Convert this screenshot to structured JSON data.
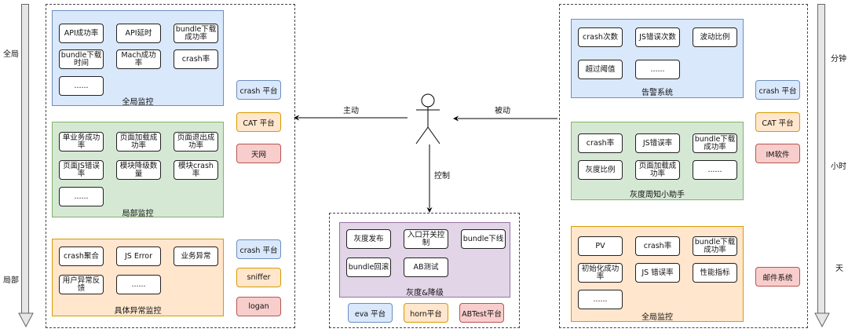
{
  "left_axis": {
    "top_label": "全局",
    "bottom_label": "局部"
  },
  "right_axis": {
    "top_label": "分钟",
    "middle_label": "小时",
    "bottom_label": "天"
  },
  "left_section": {
    "groups": [
      {
        "title": "全局监控",
        "color": "#dae8fc",
        "items": [
          "API成功率",
          "API延时",
          "bundle下载成功率",
          "bundle下载时间",
          "Mach成功率",
          "crash率",
          "......"
        ]
      },
      {
        "title": "局部监控",
        "color": "#d5e8d4",
        "items": [
          "单业务成功率",
          "页面加载成功率",
          "页面退出成功率",
          "页面JS错误率",
          "模块降级数量",
          "模块crash率",
          "......"
        ]
      },
      {
        "title": "具体异常监控",
        "color": "#ffe6cc",
        "items": [
          "crash聚合",
          "JS Error",
          "业务异常",
          "用户异常反馈",
          "......"
        ]
      }
    ],
    "platforms_top": [
      "crash 平台",
      "CAT 平台",
      "天网"
    ],
    "platforms_bottom": [
      "crash 平台",
      "sniffer",
      "logan"
    ]
  },
  "center": {
    "actor": "user-actor",
    "active_label": "主动",
    "passive_label": "被动",
    "control_label": "控制",
    "group": {
      "title": "灰度&降级",
      "color": "#e1d5e7",
      "items": [
        "灰度发布",
        "入口开关控制",
        "bundle下线",
        "bundle回滚",
        "AB测试"
      ]
    },
    "platforms": [
      "eva 平台",
      "horn平台",
      "ABTest平台"
    ]
  },
  "right_section": {
    "groups": [
      {
        "title": "告警系统",
        "color": "#dae8fc",
        "items": [
          "crash次数",
          "JS错误次数",
          "波动比例",
          "超过阈值",
          "......"
        ]
      },
      {
        "title": "灰度周知小助手",
        "color": "#d5e8d4",
        "items": [
          "crash率",
          "JS错误率",
          "bundle下载成功率",
          "灰度比例",
          "页面加载成功率",
          "......"
        ]
      },
      {
        "title": "全局监控",
        "color": "#ffe6cc",
        "items": [
          "PV",
          "crash率",
          "bundle下载成功率",
          "初始化成功率",
          "JS 错误率",
          "性能指标",
          "......"
        ]
      }
    ],
    "platforms_top": [
      "crash 平台",
      "CAT 平台",
      "IM软件"
    ],
    "platforms_bottom": [
      "邮件系统"
    ]
  }
}
